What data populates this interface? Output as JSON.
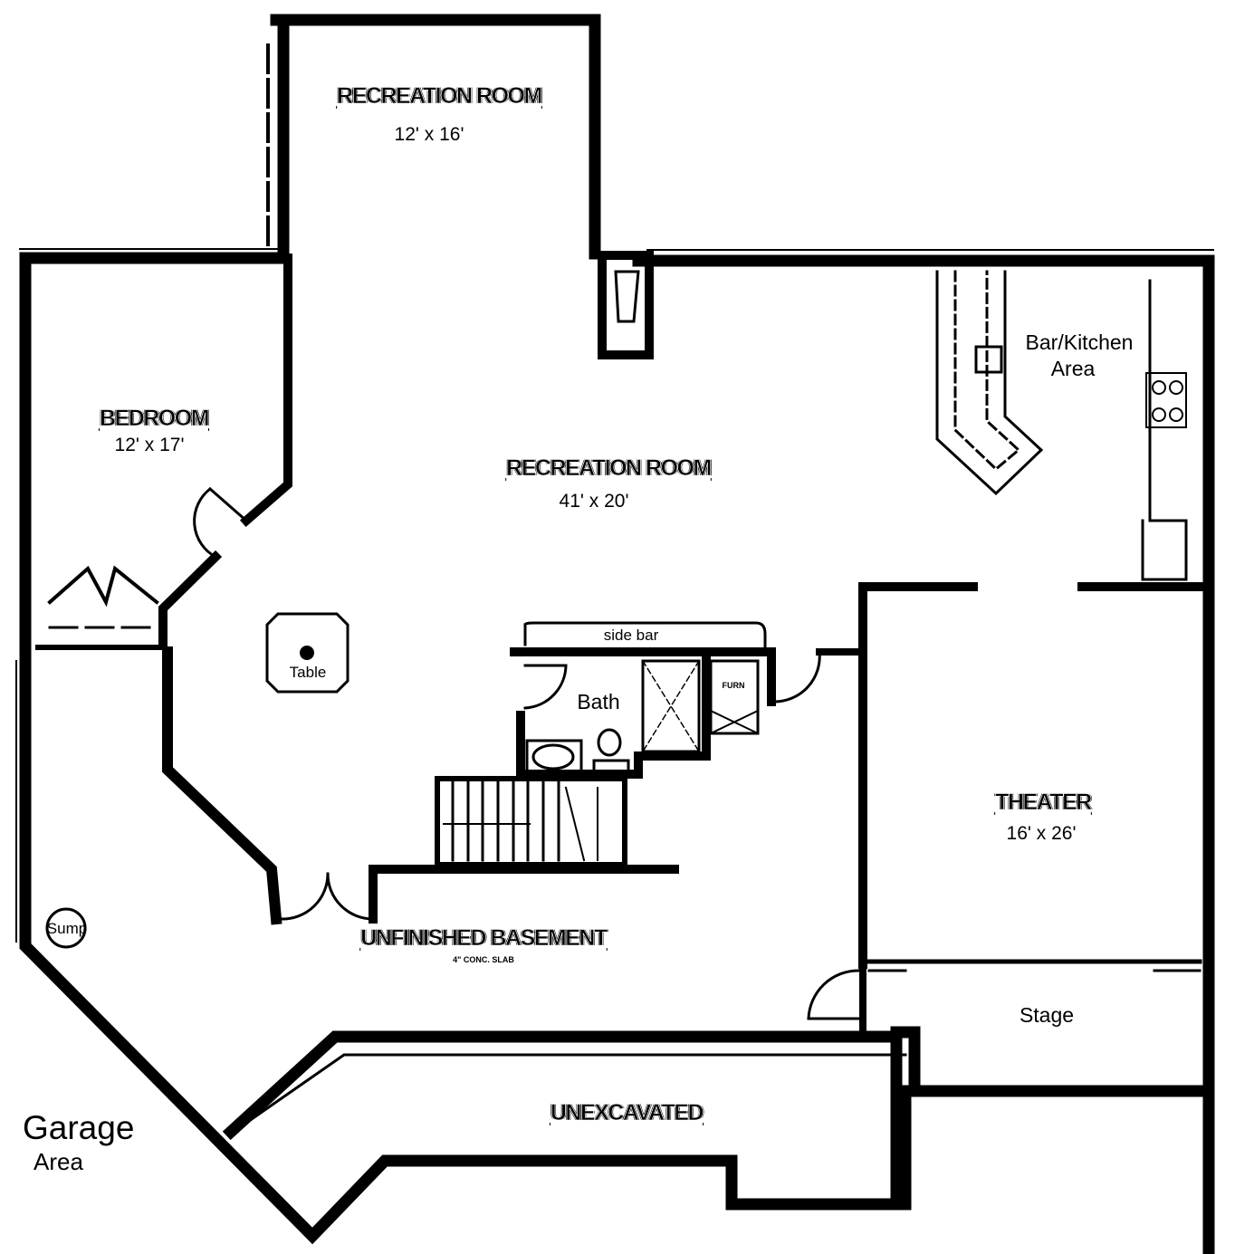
{
  "rooms": {
    "rec_upper": {
      "name": "RECREATION ROOM",
      "size": "12' x 16'"
    },
    "rec_main": {
      "name": "RECREATION ROOM",
      "size": "41' x 20'"
    },
    "bedroom": {
      "name": "BEDROOM",
      "size": "12' x 17'"
    },
    "theater": {
      "name": "THEATER",
      "size": "16' x 26'"
    },
    "unfinished": {
      "name": "UNFINISHED BASEMENT",
      "note": "4\" CONC. SLAB"
    },
    "unexcavated": {
      "name": "UNEXCAVATED"
    }
  },
  "fixtures": {
    "bar_kitchen_line1": "Bar/Kitchen",
    "bar_kitchen_line2": "Area",
    "table": "Table",
    "side_bar": "side bar",
    "bath": "Bath",
    "furn": "FURN",
    "stage": "Stage",
    "sump": "Sump"
  },
  "outside": {
    "garage_line1": "Garage",
    "garage_line2": "Area"
  }
}
